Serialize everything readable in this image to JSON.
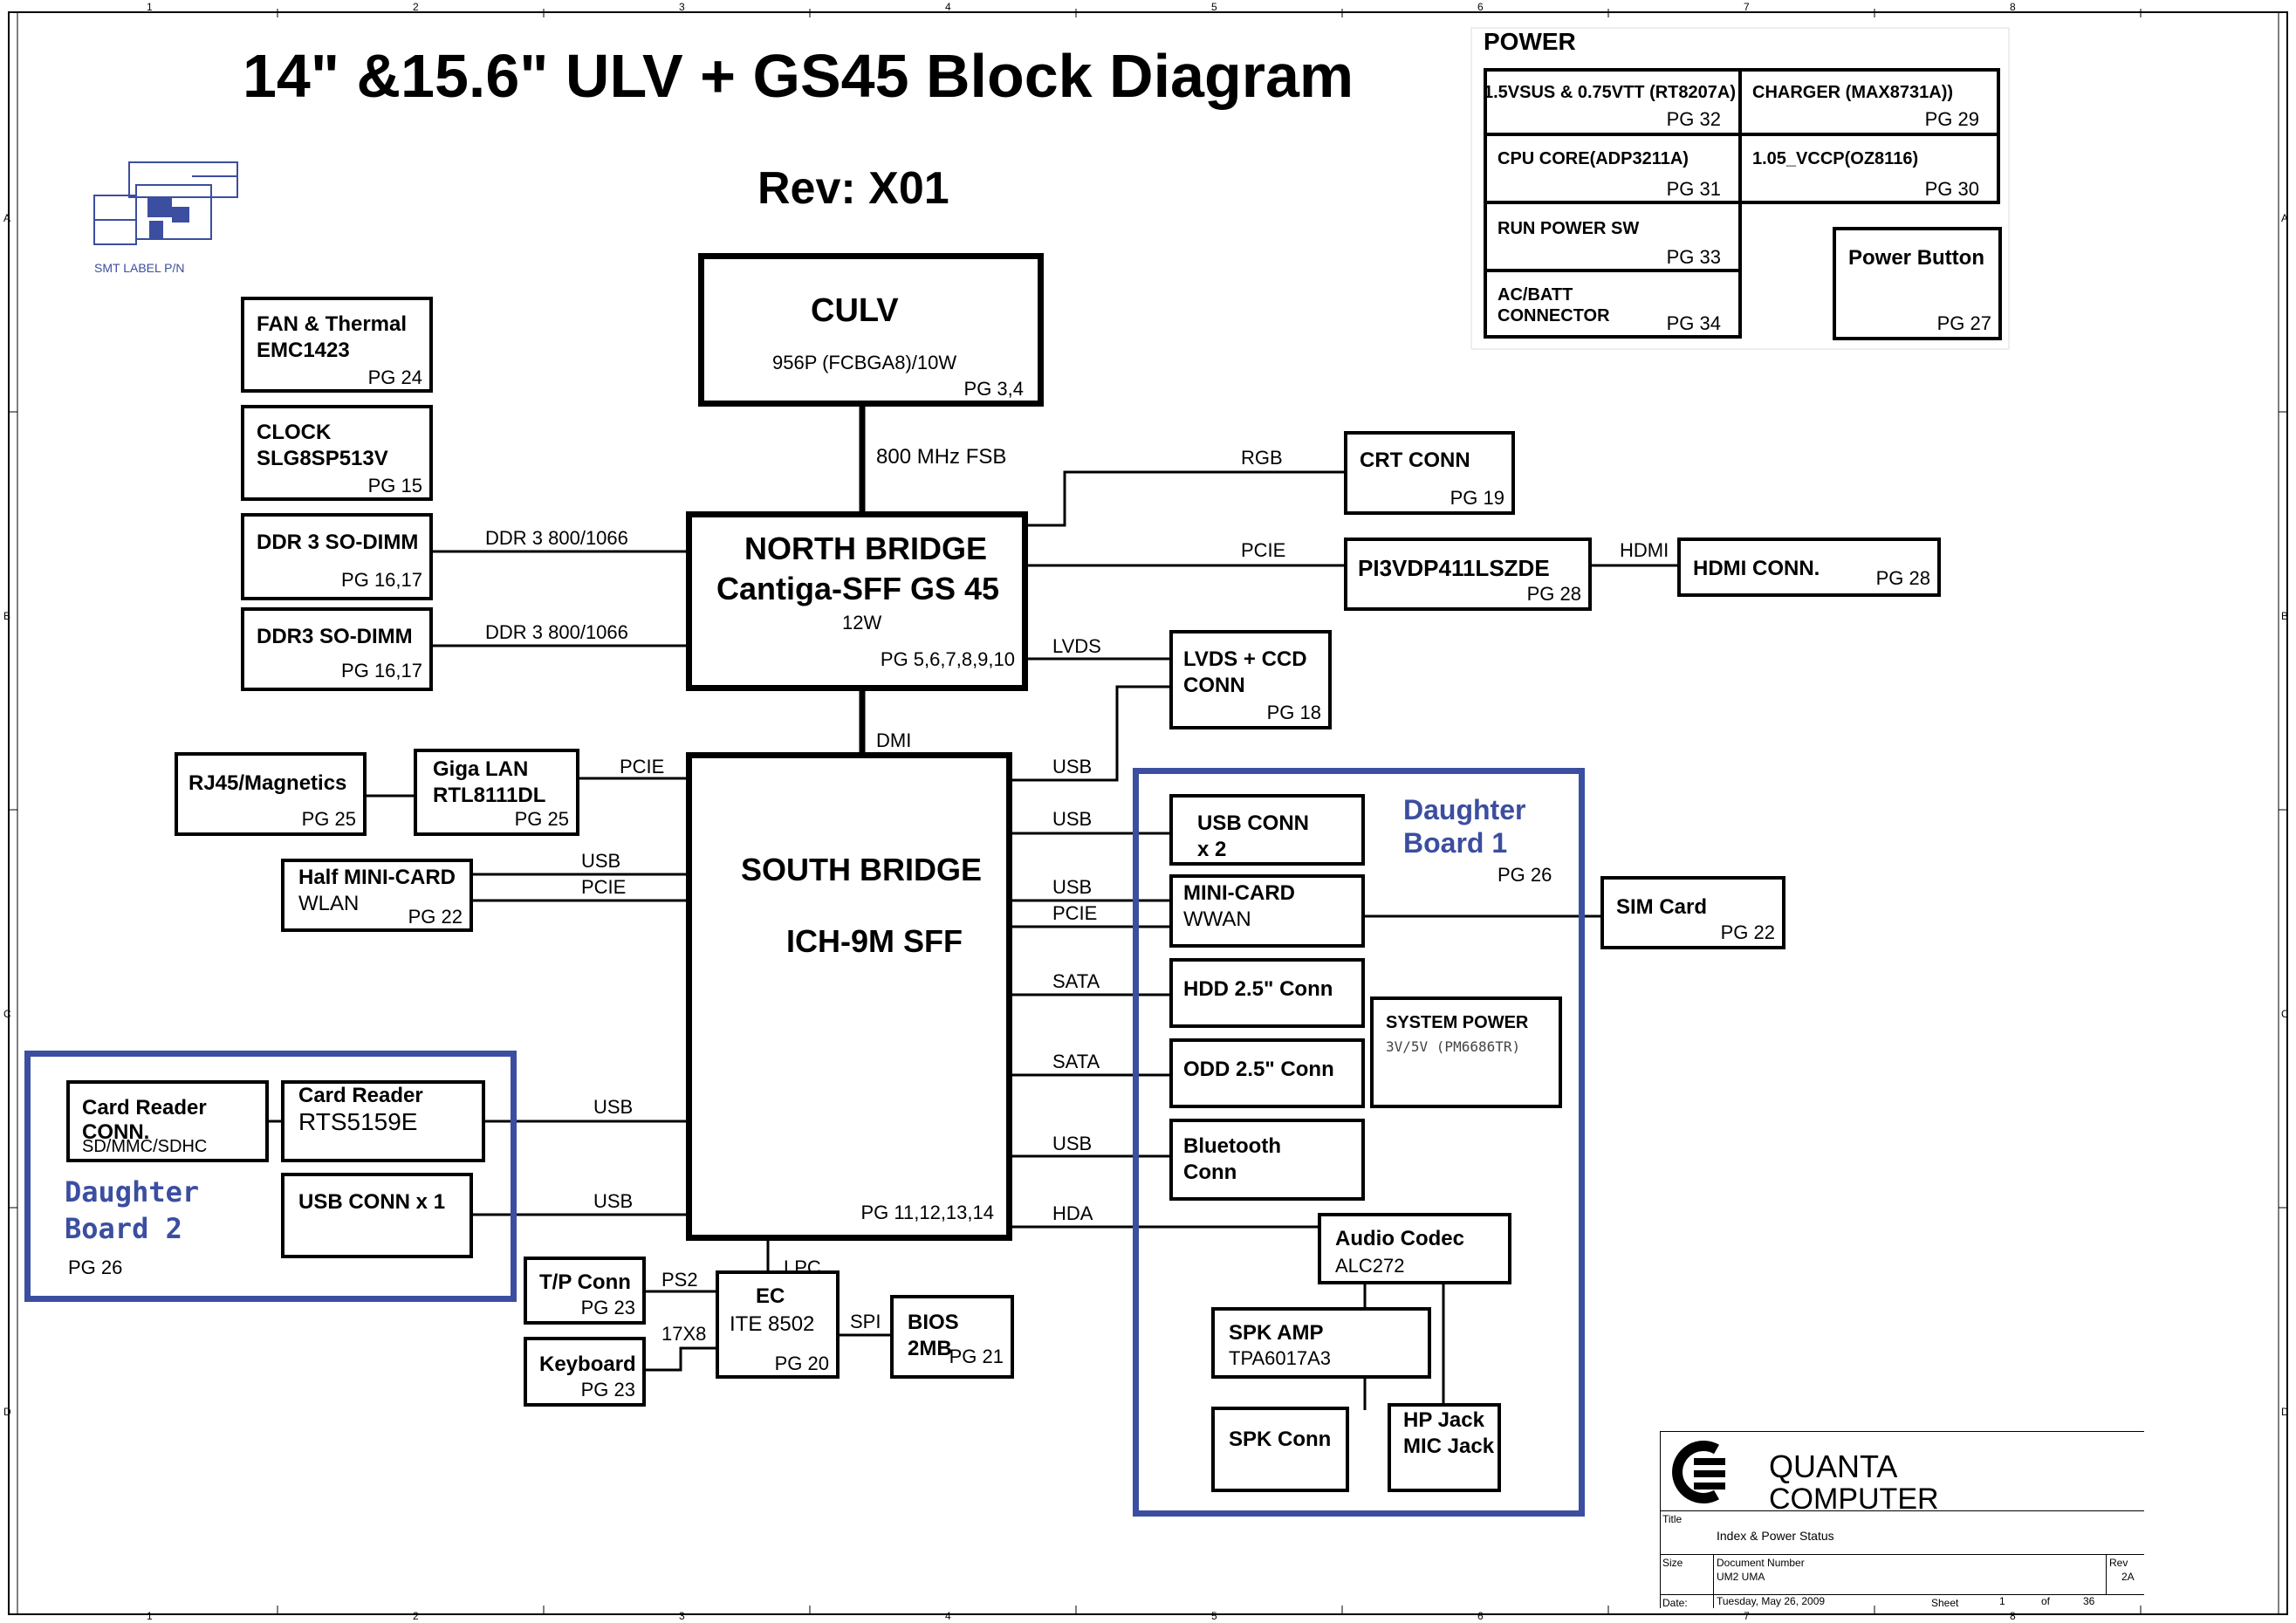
{
  "title": "14\" &15.6\" ULV + GS45 Block Diagram",
  "rev": "Rev: X01",
  "smt_label": "SMT LABEL P/N",
  "frame": {
    "cols": [
      "1",
      "2",
      "3",
      "4",
      "5",
      "6",
      "7",
      "8"
    ],
    "rows": [
      "A",
      "B",
      "C",
      "D"
    ]
  },
  "power": {
    "heading": "POWER",
    "items": [
      {
        "name": "1.5VSUS & 0.75VTT (RT8207A)",
        "pg": "PG 32"
      },
      {
        "name": "CHARGER (MAX8731A))",
        "pg": "PG 29"
      },
      {
        "name": "CPU CORE(ADP3211A)",
        "pg": "PG 31"
      },
      {
        "name": "1.05_VCCP(OZ8116)",
        "pg": "PG 30"
      },
      {
        "name": "RUN POWER SW",
        "pg": "PG 33"
      },
      {
        "name": "AC/BATT",
        "name2": "CONNECTOR",
        "pg": "PG 34"
      },
      {
        "name": "Power Button",
        "pg": "PG 27"
      }
    ]
  },
  "blocks": {
    "culv": {
      "name": "CULV",
      "sub": "956P  (FCBGA8)/10W",
      "pg": "PG 3,4"
    },
    "fan": {
      "l1": "FAN & Thermal",
      "l2": "EMC1423",
      "pg": "PG 24"
    },
    "clock": {
      "l1": "CLOCK",
      "l2": "SLG8SP513V",
      "pg": "PG 15"
    },
    "ddr1": {
      "l1": "DDR 3 SO-DIMM",
      "pg": "PG 16,17"
    },
    "ddr2": {
      "l1": "DDR3 SO-DIMM",
      "pg": "PG 16,17"
    },
    "nb": {
      "l1": "NORTH BRIDGE",
      "l2": "Cantiga-SFF GS 45",
      "l3": "12W",
      "pg": "PG 5,6,7,8,9,10"
    },
    "sb": {
      "l1": "SOUTH BRIDGE",
      "l2": "ICH-9M SFF",
      "pg": "PG 11,12,13,14"
    },
    "crt": {
      "l1": "CRT CONN",
      "pg": "PG 19"
    },
    "pi3": {
      "l1": "PI3VDP411LSZDE",
      "pg": "PG 28"
    },
    "hdmi": {
      "l1": "HDMI CONN.",
      "pg": "PG 28"
    },
    "lvds": {
      "l1": "LVDS + CCD",
      "l2": "CONN",
      "pg": "PG 18"
    },
    "rj45": {
      "l1": "RJ45/Magnetics",
      "pg": "PG 25"
    },
    "lan": {
      "l1": "Giga LAN",
      "l2": "RTL8111DL",
      "pg": "PG 25"
    },
    "wlan": {
      "l1": "Half MINI-CARD",
      "l2": "WLAN",
      "pg": "PG 22"
    },
    "usbconn2": {
      "l1": "USB CONN",
      "l2": "x 2"
    },
    "wwan": {
      "l1": "MINI-CARD",
      "l2": "WWAN"
    },
    "sim": {
      "l1": "SIM Card",
      "pg": "PG 22"
    },
    "hdd": {
      "l1": "HDD 2.5\" Conn"
    },
    "odd": {
      "l1": "ODD 2.5\" Conn"
    },
    "syspower": {
      "l1": "SYSTEM POWER",
      "l2": "3V/5V (PM6686TR)"
    },
    "bt": {
      "l1": "Bluetooth",
      "l2": "Conn"
    },
    "audio": {
      "l1": "Audio Codec",
      "l2": "ALC272"
    },
    "spkamp": {
      "l1": "SPK AMP",
      "l2": "TPA6017A3"
    },
    "spkconn": {
      "l1": "SPK Conn"
    },
    "hpjack": {
      "l1": "HP Jack",
      "l2": "MIC Jack"
    },
    "cardconn": {
      "l1": "Card Reader",
      "l2": "CONN.",
      "l3": "SD/MMC/SDHC"
    },
    "cardreader": {
      "l1": "Card Reader",
      "l2": "RTS5159E"
    },
    "usbconn1": {
      "l1": "USB CONN x 1"
    },
    "tp": {
      "l1": "T/P Conn",
      "pg": "PG 23"
    },
    "kb": {
      "l1": "Keyboard",
      "pg": "PG 23"
    },
    "ec": {
      "l1": "EC",
      "l2": "ITE 8502",
      "pg": "PG 20"
    },
    "bios": {
      "l1": "BIOS",
      "l2": "2MB",
      "pg": "PG 21"
    }
  },
  "daughter1": {
    "l1": "Daughter",
    "l2": "Board 1",
    "pg": "PG 26"
  },
  "daughter2": {
    "l1": "Daughter",
    "l2": "Board 2",
    "pg": "PG 26"
  },
  "links": {
    "fsb": "800 MHz FSB",
    "ddr_a": "DDR 3 800/1066",
    "ddr_b": "DDR 3  800/1066",
    "rgb": "RGB",
    "pcie_nb": "PCIE",
    "hdmi": "HDMI",
    "lvds": "LVDS",
    "dmi": "DMI",
    "usb_lvds": "USB",
    "pcie_lan": "PCIE",
    "usb_wlan": "USB",
    "pcie_wlan": "PCIE",
    "usb_conn2": "USB",
    "usb_wwan": "USB",
    "pcie_wwan": "PCIE",
    "sata1": "SATA",
    "sata2": "SATA",
    "usb_bt": "USB",
    "hda": "HDA",
    "usb_card": "USB",
    "usb_conn1": "USB",
    "lpc": "LPC",
    "ps2": "PS2",
    "kb": "17X8",
    "spi": "SPI"
  },
  "titleblock": {
    "company1": "QUANTA",
    "company2": "COMPUTER",
    "title_label": "Title",
    "title": "Index & Power Status",
    "size_label": "Size",
    "docnum_label": "Document Number",
    "docnum": "UM2 UMA",
    "rev_label": "Rev",
    "rev": "2A",
    "date_label": "Date:",
    "date": "Tuesday, May 26, 2009",
    "sheet_label": "Sheet",
    "sheet": "1",
    "of_label": "of",
    "total": "36"
  }
}
